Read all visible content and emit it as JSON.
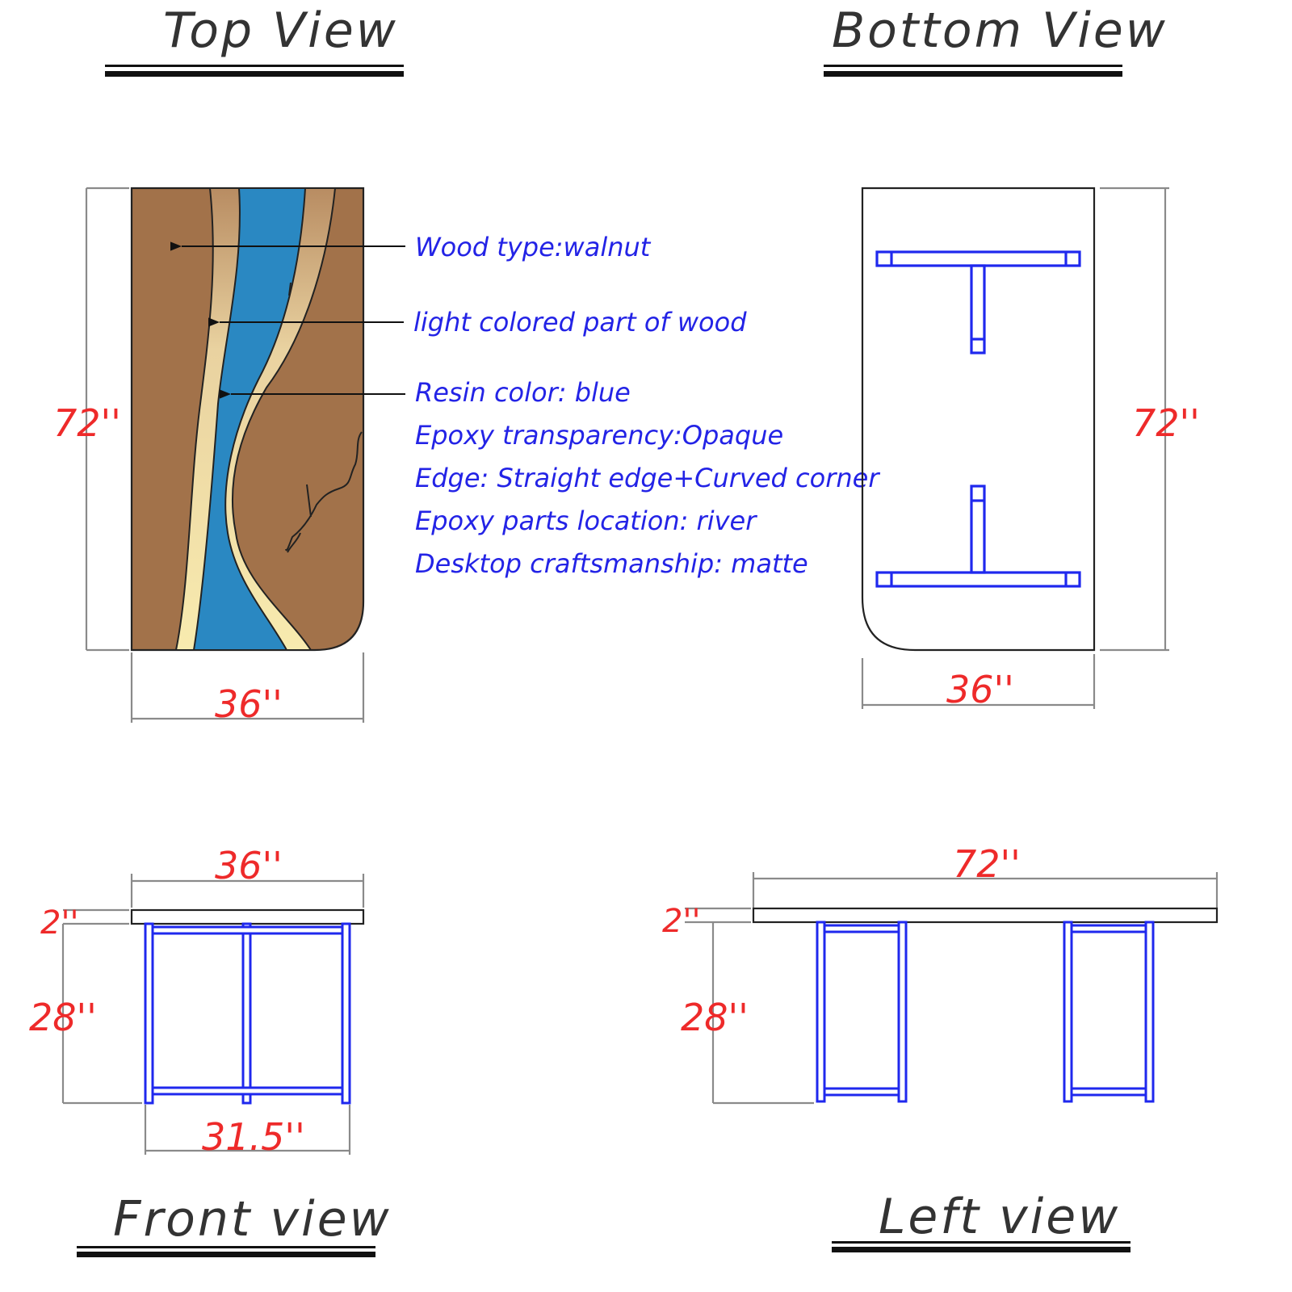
{
  "views": {
    "top": {
      "title": "Top View",
      "length_label": "72''",
      "width_label": "36''"
    },
    "bottom": {
      "title": "Bottom View",
      "length_label": "72''",
      "width_label": "36''"
    },
    "front": {
      "title": "Front view",
      "width_label": "36''",
      "thickness_label": "2''",
      "height_label": "28''",
      "base_label": "31.5''"
    },
    "left": {
      "title": "Left view",
      "length_label": "72''",
      "thickness_label": "2''",
      "height_label": "28''"
    }
  },
  "notes": [
    "Wood type:walnut",
    "light colored part of wood",
    "Resin color: blue",
    "Epoxy transparency:Opaque",
    "Edge: Straight edge+Curved corner",
    "Epoxy parts location: river",
    "Desktop craftsmanship: matte"
  ],
  "colors": {
    "wood": "#a2724a",
    "light_wood": "#f6e6a6",
    "resin": "#2a88c2",
    "frame": "#1f28ee",
    "dimension_text": "#ee2a2a",
    "note_text": "#2323e6"
  }
}
